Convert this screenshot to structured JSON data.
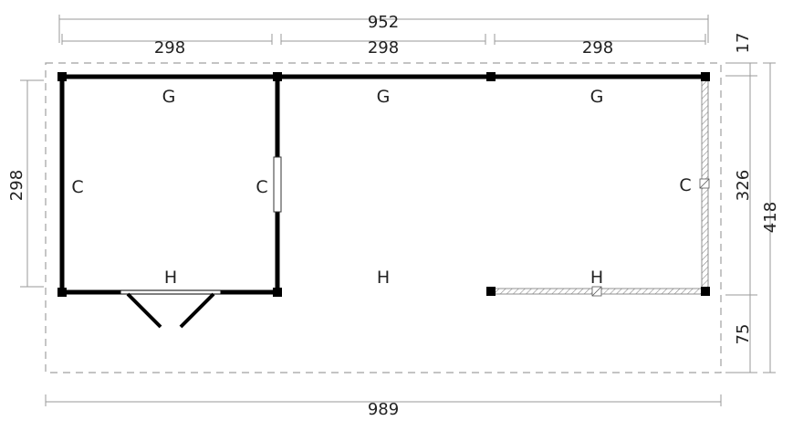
{
  "dimensions": {
    "total_top": "952",
    "segment_1": "298",
    "segment_2": "298",
    "segment_3": "298",
    "total_bottom": "989",
    "left_height": "298",
    "right_top_offset": "17",
    "right_main": "326",
    "right_bottom": "75",
    "right_total": "418"
  },
  "wall_labels": {
    "top_left": "G",
    "top_middle": "G",
    "top_right": "G",
    "left_outer": "C",
    "left_inner": "C",
    "right_outer": "C",
    "bottom_left": "H",
    "bottom_middle": "H",
    "bottom_right": "H"
  },
  "colors": {
    "wall": "#000000",
    "dimension_line": "#9a9a9a",
    "outline_dashed": "#9a9a9a",
    "hatch": "#8a8a8a"
  }
}
